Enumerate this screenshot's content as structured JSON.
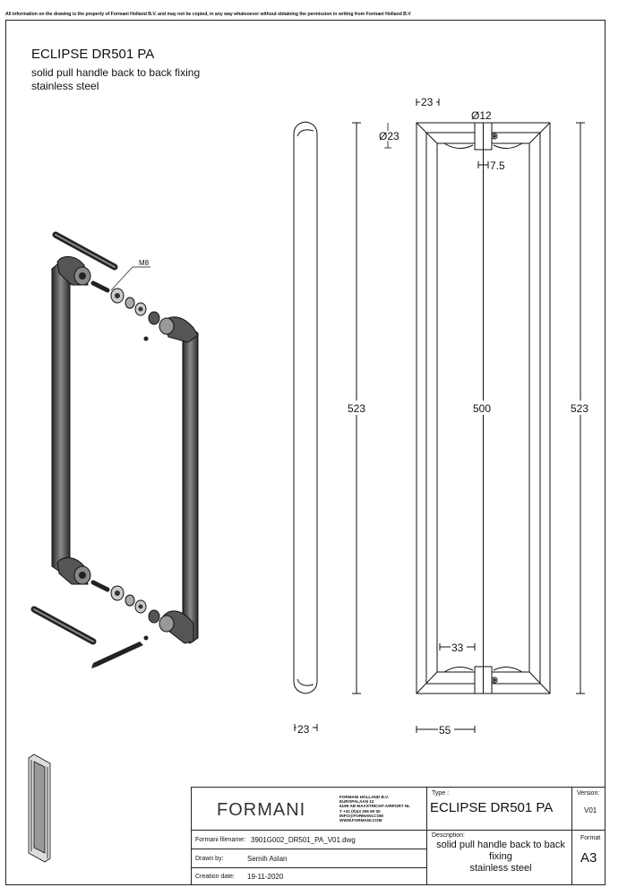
{
  "notice": "All information on the drawing is the property of Formani Holland B.V. and may not be copied, in any way whatsoever without obtaining the permission in writing from Formani Holland B.V",
  "header": {
    "title": "ECLIPSE DR501 PA",
    "subtitle_line1": "solid pull handle back to back fixing",
    "subtitle_line2": "stainless steel"
  },
  "dimensions": {
    "side_top": "23",
    "side_height": "523",
    "side_bottom": "23",
    "diameter_23": "Ø23",
    "diameter_12": "Ø12",
    "offset_7_5": "7.5",
    "inner_500": "500",
    "outer_523": "523",
    "leg_33": "33",
    "depth_55": "55",
    "bolt_m8": "M8"
  },
  "title_block": {
    "logo": "FORMANI",
    "address": [
      "FORMANI HOLLAND B.V.",
      "EUROPALAAN 12",
      "6199 AB MAASTRICHT-AIRPORT NL",
      "T +31 (0)43 306 90 00",
      "INFO@FORMANI.COM",
      "WWW.FORMANI.COM"
    ],
    "type_label": "Type :",
    "type_value": "ECLIPSE DR501 PA",
    "version_label": "Version:",
    "version_value": "V01",
    "filename_label": "Formani filename:",
    "filename_value": "3901G002_DR501_PA_V01.dwg",
    "drawn_label": "Drawn by:",
    "drawn_value": "Semih Aslan",
    "date_label": "Creation date:",
    "date_value": "19-11-2020",
    "description_label": "Description:",
    "description_line1": "solid pull handle back to back",
    "description_line2": "fixing",
    "description_line3": "stainless steel",
    "format_label": "Format",
    "format_value": "A3"
  }
}
